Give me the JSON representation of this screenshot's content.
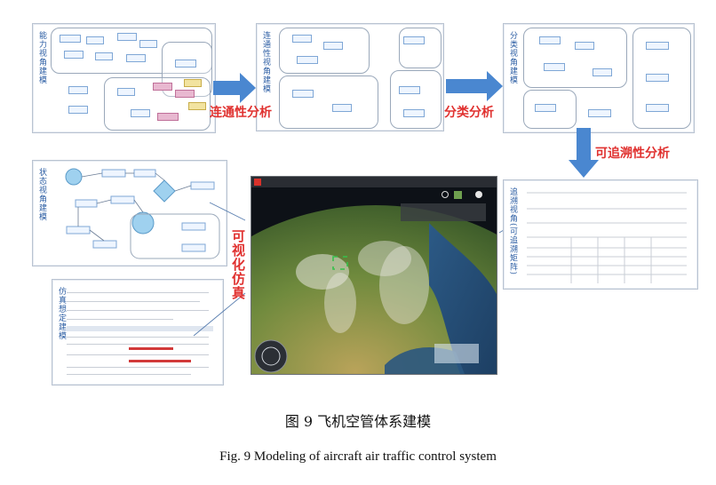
{
  "captions": {
    "chinese": "图 9 飞机空管体系建模",
    "english": "Fig. 9 Modeling of aircraft air traffic control system"
  },
  "arrow_labels": {
    "connectivity": "连通性分析",
    "classification": "分类分析",
    "traceability": "可追溯性分析",
    "visual_simulation": "可视化仿真"
  },
  "panels": {
    "capability": {
      "label": "能力视角建模"
    },
    "connectivity": {
      "label": "连通性视角建模"
    },
    "classification": {
      "label": "分类视角建模"
    },
    "state": {
      "label": "状态视角建模"
    },
    "simulation_config": {
      "label": "仿真想定建模"
    },
    "traceability": {
      "label": "追溯视角(可追溯矩阵)"
    }
  },
  "colors": {
    "arrow": "#4a87d0",
    "label_red": "#e0312f",
    "diagram_blue": "#2b5da3"
  }
}
